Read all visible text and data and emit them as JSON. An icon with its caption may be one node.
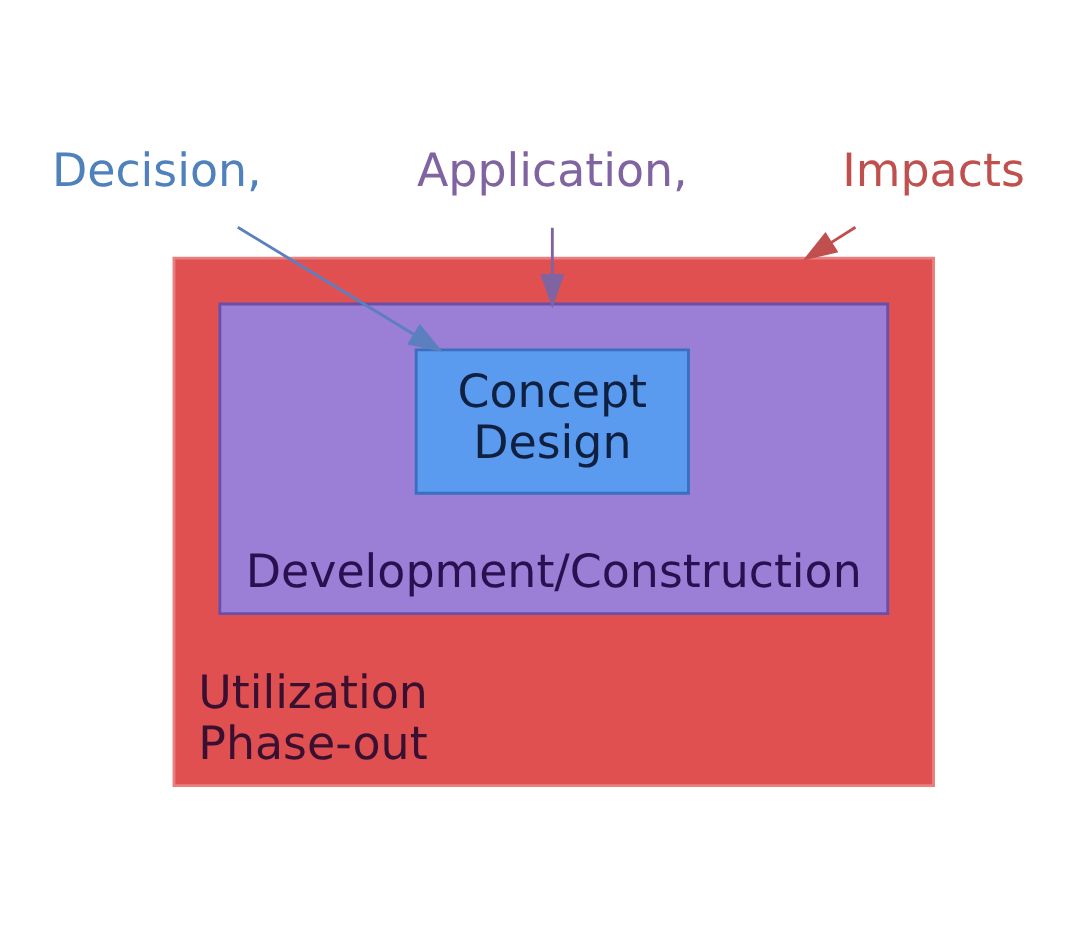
{
  "diagram": {
    "nodes": [
      {
        "text": [
          "Decision,"
        ]
      },
      {
        "text": [
          "Application,"
        ]
      },
      {
        "text": [
          "Impacts"
        ]
      },
      {
        "text": [
          "Utilization",
          "Phase-out"
        ]
      },
      {
        "text": [
          "Development/Construction"
        ],
        "in": 3
      },
      {
        "text": [
          "Concept",
          "Design"
        ],
        "in": 4
      }
    ],
    "edges": [
      {
        "from": 0,
        "to": 5,
        "arrow": "to",
        "color": "#5b7fbf"
      },
      {
        "from": 1,
        "to": 4,
        "arrow": "to",
        "color": "#8064a2"
      },
      {
        "from": 2,
        "to": 3,
        "arrow": "to",
        "color": "#c0504d"
      }
    ]
  }
}
